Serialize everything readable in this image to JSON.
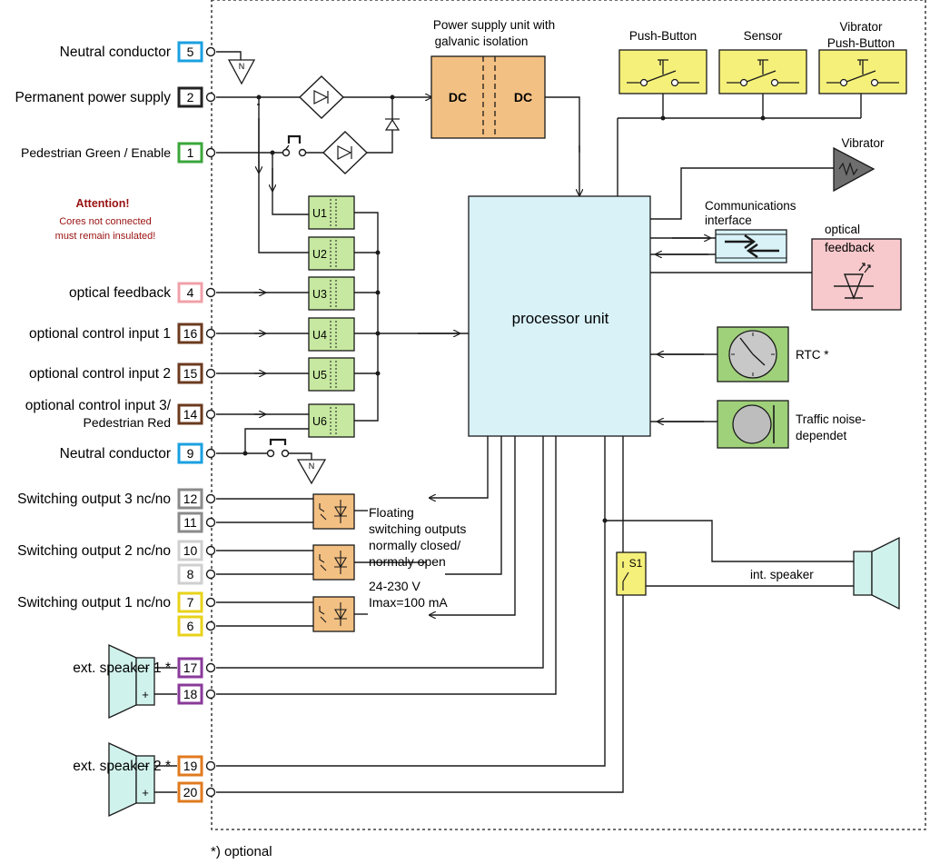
{
  "colors": {
    "line": "#1a1a1a",
    "cyan": "#1aa0e0",
    "dark": "#222222",
    "green": "#3aa63a",
    "pink": "#f0a0a8",
    "brown": "#6b3a1e",
    "gray": "#8a8a8a",
    "lightgray": "#cfcfcf",
    "yellow": "#e8d21a",
    "purple": "#8a3a9a",
    "orange": "#e07a1e",
    "box_green": "#c6e8a0",
    "box_orange": "#f3c083",
    "box_yellow": "#f5f07a",
    "box_cyan": "#d8f2f8",
    "box_pink": "#f7c9cc",
    "box_rtc": "#9fd07a",
    "attention": "#9a1010"
  },
  "terminals": [
    {
      "id": "5",
      "label": "Neutral conductor",
      "color": "cyan"
    },
    {
      "id": "2",
      "label": "Permanent power supply",
      "color": "dark"
    },
    {
      "id": "1",
      "label": "Pedestrian Green / Enable",
      "color": "green"
    },
    {
      "id": "4",
      "label": "optical feedback",
      "color": "pink"
    },
    {
      "id": "16",
      "label": "optional control input 1",
      "color": "brown"
    },
    {
      "id": "15",
      "label": "optional control input 2",
      "color": "brown"
    },
    {
      "id": "14",
      "label": "optional control input 3/",
      "label2": "Pedestrian Red",
      "color": "brown"
    },
    {
      "id": "9",
      "label": "Neutral conductor",
      "color": "cyan"
    },
    {
      "id": "12",
      "label": "Switching output 3 nc/no",
      "color": "gray"
    },
    {
      "id": "11",
      "label": "",
      "color": "gray"
    },
    {
      "id": "10",
      "label": "Switching output 2 nc/no",
      "color": "lightgray"
    },
    {
      "id": "8",
      "label": "",
      "color": "lightgray"
    },
    {
      "id": "7",
      "label": "Switching output 1 nc/no",
      "color": "yellow"
    },
    {
      "id": "6",
      "label": "",
      "color": "yellow"
    },
    {
      "id": "17",
      "label": "ext. speaker 1 *",
      "color": "purple"
    },
    {
      "id": "18",
      "label": "",
      "color": "purple"
    },
    {
      "id": "19",
      "label": "ext. speaker 2 *",
      "color": "orange"
    },
    {
      "id": "20",
      "label": "",
      "color": "orange"
    }
  ],
  "attention": {
    "title": "Attention!",
    "line1": "Cores not connected",
    "line2": "must remain insulated!"
  },
  "neutral_symbol": "N",
  "power_supply": {
    "title1": "Power supply unit with",
    "title2": "galvanic isolation",
    "left": "DC",
    "right": "DC"
  },
  "inputs": [
    "U1",
    "U2",
    "U3",
    "U4",
    "U5",
    "U6"
  ],
  "processor": "processor unit",
  "buttons": [
    "Push-Button",
    "Sensor",
    "Vibrator",
    "Push-Button"
  ],
  "vibrator": "Vibrator",
  "comm1": "Communications",
  "comm2": "interface",
  "optical1": "optical",
  "optical2": "feedback",
  "rtc": "RTC *",
  "noise1": "Traffic noise-",
  "noise2": "dependet",
  "floating": [
    "Floating",
    "switching outputs",
    "normally closed/",
    "normaly open"
  ],
  "voltage": "24-230 V",
  "imax": "Imax=100 mA",
  "s1": "S1",
  "int_speaker": "int. speaker",
  "minus": "−",
  "plus": "+",
  "footnote": "*) optional"
}
